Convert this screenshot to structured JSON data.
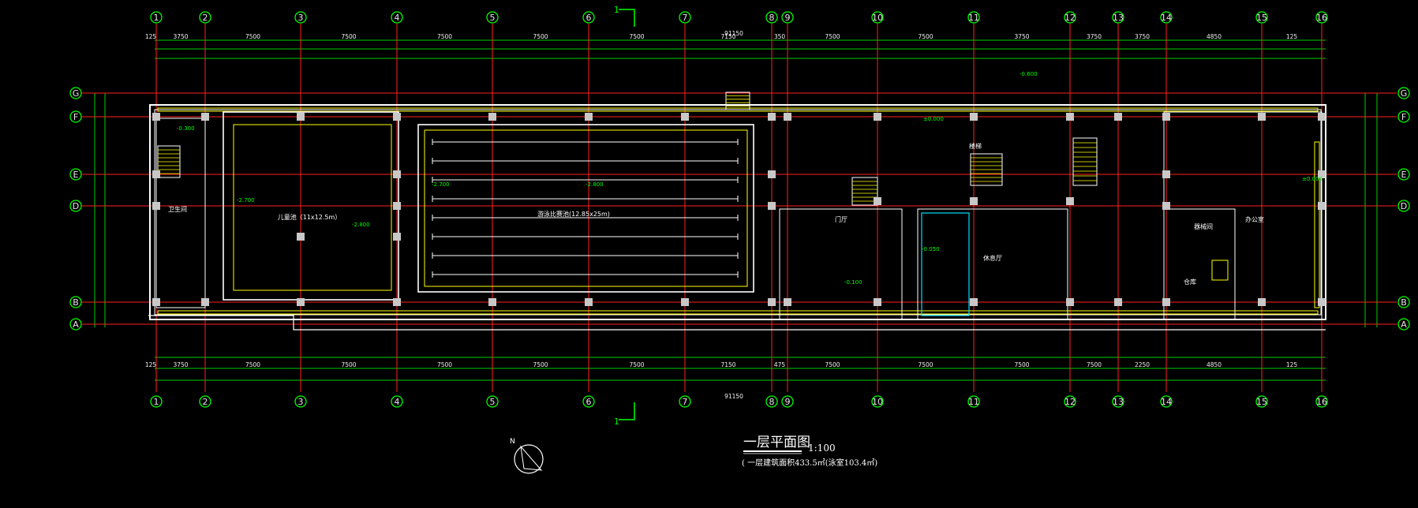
{
  "drawing": {
    "title": "一层平面图",
    "scale": "1:100",
    "area_note": "( 一层建筑面积433.5㎡(泳室103.4㎡)",
    "section_mark": "1",
    "north_mark": "N",
    "overall_dim": "91150"
  },
  "axes": {
    "vertical": [
      "1",
      "2",
      "3",
      "4",
      "5",
      "6",
      "7",
      "8",
      "9",
      "10",
      "11",
      "12",
      "13",
      "14",
      "15",
      "16"
    ],
    "horizontal": [
      "G",
      "F",
      "E",
      "D",
      "B",
      "A"
    ]
  },
  "dims": {
    "top_row1": [
      "125",
      "3750",
      "7500",
      "7500",
      "7500",
      "7500",
      "7500",
      "7150",
      "350",
      "7500",
      "7500",
      "3750",
      "3750",
      "3750",
      "4850",
      "125"
    ],
    "bottom_row2": [
      "125",
      "3750",
      "7500",
      "7500",
      "7500",
      "7500",
      "7500",
      "7150",
      "475",
      "7500",
      "7500",
      "7500",
      "7500",
      "2250",
      "4850",
      "125"
    ]
  },
  "rooms": {
    "pool_small": "儿童池（11x12.5m）",
    "pool_big": "游泳比赛池(12.85x25m)",
    "lobby": "门厅",
    "lounge": "休息厅",
    "office": "办公室",
    "storage": "仓库",
    "equipment": "器械间",
    "toilet": "卫生间",
    "stair": "楼梯"
  },
  "levels": {
    "l1": "-2.700",
    "l2": "-2.800",
    "l3": "-2.700",
    "l4": "-2.800",
    "l5": "±0.000",
    "l6": "-0.300",
    "l7": "-0.050",
    "l8": "-0.100",
    "l9": "±0.000",
    "l10": "-0.600"
  },
  "colors": {
    "grid": "#00d000",
    "axis": "#ff2020",
    "wall": "#ffffff",
    "background": "#000000"
  }
}
